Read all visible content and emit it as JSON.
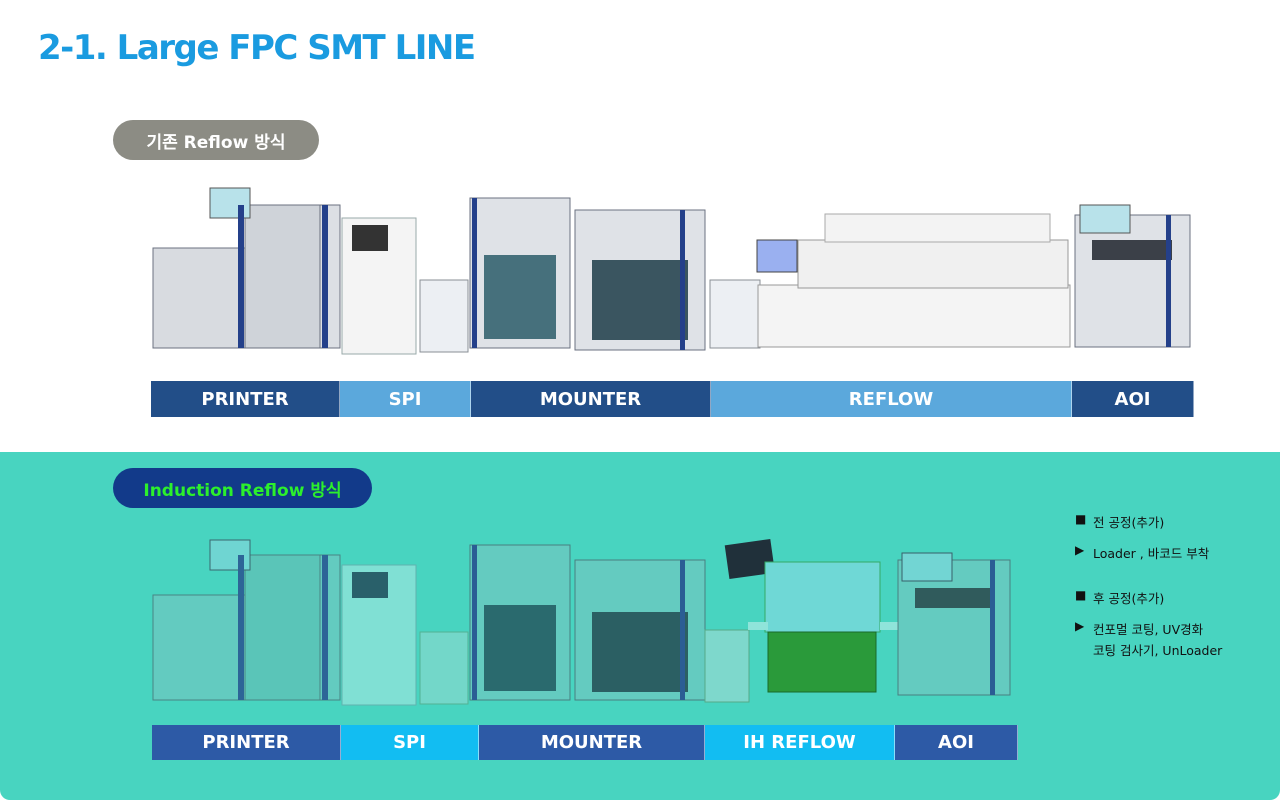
{
  "title": "2-1. Large FPC SMT LINE",
  "top_section": {
    "pill_label": "기존 Reflow 방식",
    "stations": [
      "PRINTER",
      "SPI",
      "MOUNTER",
      "REFLOW",
      "AOI"
    ],
    "colors": [
      "#224e88",
      "#5ba8dc",
      "#224e88",
      "#5ba8dc",
      "#224e88"
    ]
  },
  "bottom_section": {
    "pill_label": "Induction  Reflow 방식",
    "stations": [
      "PRINTER",
      "SPI",
      "MOUNTER",
      "IH REFLOW",
      "AOI"
    ],
    "colors": [
      "#2d5aa6",
      "#12bdf2",
      "#2d5aa6",
      "#12bdf2",
      "#2d5aa6"
    ],
    "background": "#48d4c0"
  },
  "notes": [
    {
      "marker": "■",
      "text": "전 공정(추가)"
    },
    {
      "marker": "▶",
      "text": "Loader , 바코드 부착"
    },
    {
      "marker": "■",
      "text": "후 공정(추가)"
    },
    {
      "marker": "▶",
      "text": "컨포멀 코팅, UV경화"
    },
    {
      "marker": "",
      "text": "코팅 검사기, UnLoader"
    }
  ]
}
